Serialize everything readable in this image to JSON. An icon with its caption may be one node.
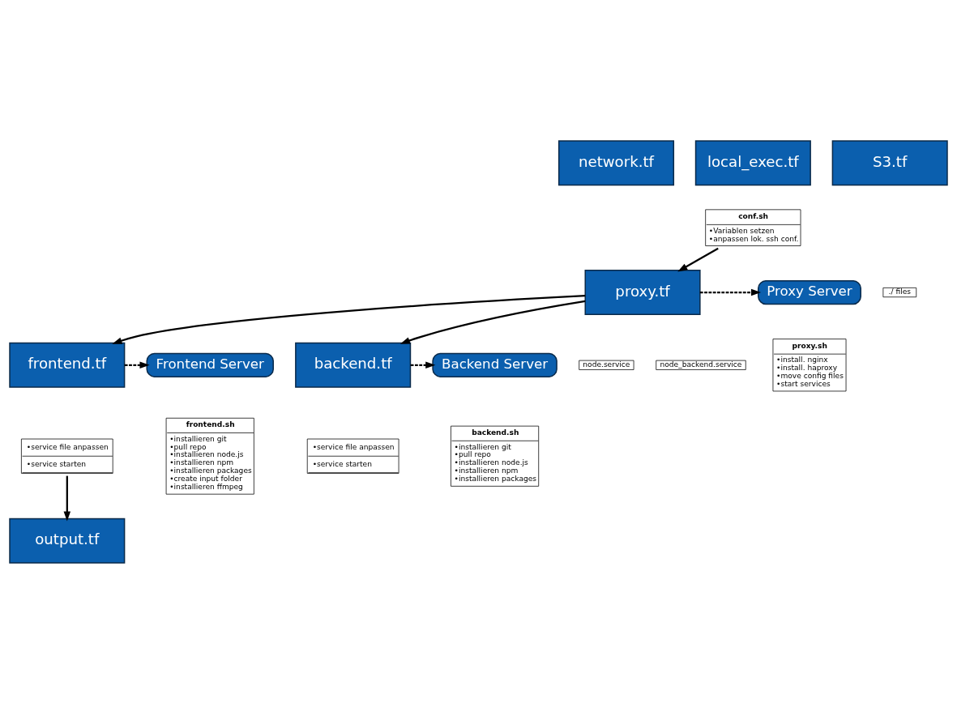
{
  "diagram": {
    "nodes": [
      {
        "text": [
          "network.tf"
        ]
      },
      {
        "text": [
          "local_exec.tf"
        ]
      },
      {
        "text": [
          "S3.tf"
        ]
      },
      {
        "text": [
          "conf.sh",
          "•Variablen setzen",
          "•anpassen lok. ssh conf."
        ]
      },
      {
        "text": [
          "proxy.tf"
        ]
      },
      {
        "text": [
          "Proxy Server"
        ]
      },
      {
        "text": [
          "proxy.sh",
          "•install. nginx",
          "•install. haproxy",
          "•move config files",
          "•start services"
        ]
      },
      {
        "text": [
          "frontend.tf"
        ]
      },
      {
        "text": [
          "•service file anpassen",
          "•service starten"
        ]
      },
      {
        "text": [
          "backend.tf"
        ]
      },
      {
        "text": [
          "•service file anpassen",
          "•service starten"
        ]
      },
      {
        "text": [
          "Frontend Server"
        ]
      },
      {
        "text": [
          "frontend.sh",
          "•installieren git",
          "•pull repo",
          "•installieren node.js",
          "•installieren npm",
          "•installieren packages",
          "•create input folder",
          "•installieren ffmpeg"
        ]
      },
      {
        "text": [
          "Backend Server"
        ]
      },
      {
        "text": [
          "backend.sh",
          "•installieren git",
          "•pull repo",
          "•installieren node.js",
          "•installieren npm",
          "•installieren packages"
        ]
      },
      {
        "text": [
          "output.tf"
        ]
      }
    ],
    "edges": [
      {
        "from": 3,
        "to": 4,
        "arrow": "to"
      },
      {
        "from": 4,
        "to": 5,
        "arrow": "to",
        "style": "dashed"
      },
      {
        "from": 4,
        "to": 7,
        "arrow": "to"
      },
      {
        "from": 4,
        "to": 9,
        "arrow": "to"
      },
      {
        "from": 7,
        "to": 11,
        "arrow": "to",
        "style": "dashed"
      },
      {
        "from": 9,
        "to": 13,
        "arrow": "to",
        "style": "dashed"
      },
      {
        "from": 8,
        "to": 15,
        "arrow": "to"
      }
    ],
    "labels": [
      "./ files",
      "node_backend.service",
      "node.service"
    ]
  }
}
